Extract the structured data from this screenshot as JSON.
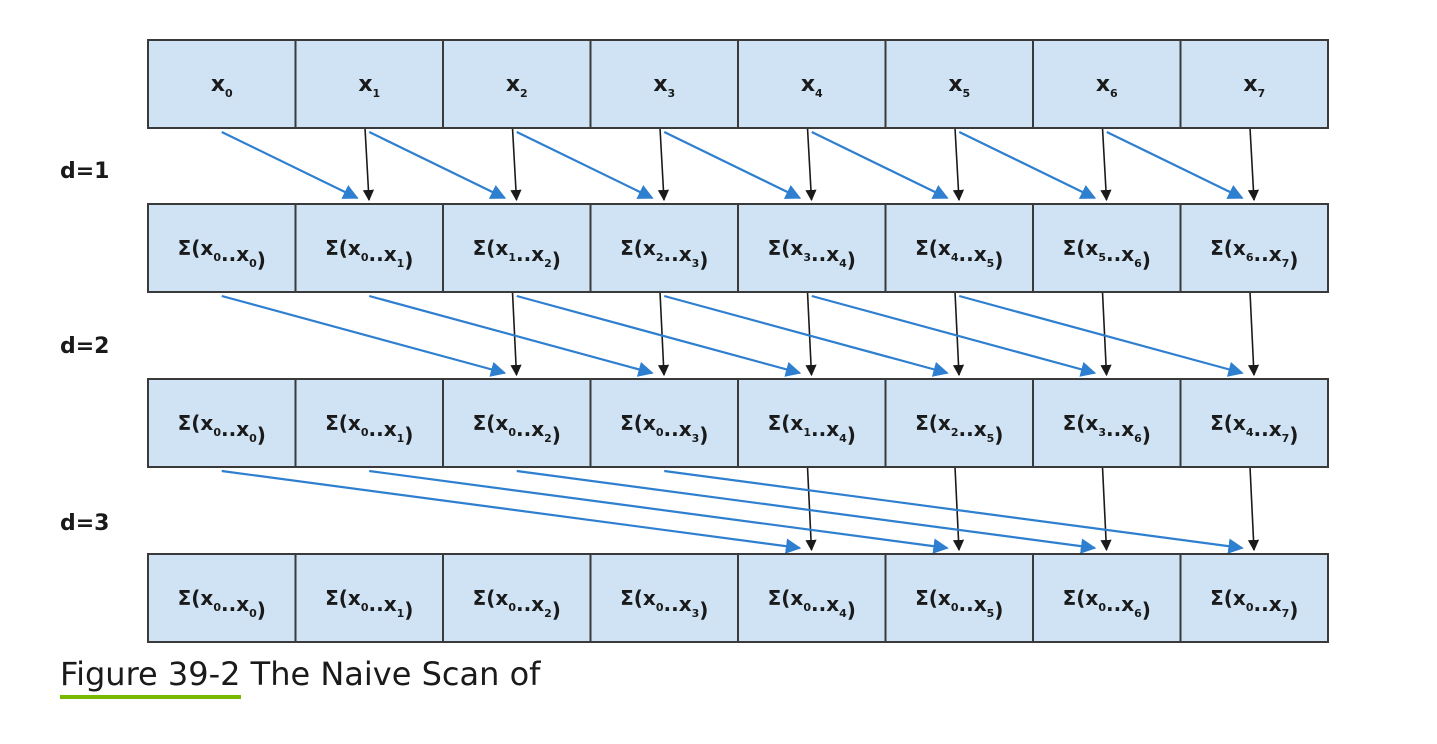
{
  "diagram": {
    "levels": [
      {
        "label": "",
        "cells": [
          {
            "text": "x",
            "subs": [
              "0"
            ]
          },
          {
            "text": "x",
            "subs": [
              "1"
            ]
          },
          {
            "text": "x",
            "subs": [
              "2"
            ]
          },
          {
            "text": "x",
            "subs": [
              "3"
            ]
          },
          {
            "text": "x",
            "subs": [
              "4"
            ]
          },
          {
            "text": "x",
            "subs": [
              "5"
            ]
          },
          {
            "text": "x",
            "subs": [
              "6"
            ]
          },
          {
            "text": "x",
            "subs": [
              "7"
            ]
          }
        ]
      },
      {
        "label": "d=1",
        "cells": [
          {
            "text": "Σ(x..x)",
            "subs": [
              "0",
              "0"
            ]
          },
          {
            "text": "Σ(x..x)",
            "subs": [
              "0",
              "1"
            ]
          },
          {
            "text": "Σ(x..x)",
            "subs": [
              "1",
              "2"
            ]
          },
          {
            "text": "Σ(x..x)",
            "subs": [
              "2",
              "3"
            ]
          },
          {
            "text": "Σ(x..x)",
            "subs": [
              "3",
              "4"
            ]
          },
          {
            "text": "Σ(x..x)",
            "subs": [
              "4",
              "5"
            ]
          },
          {
            "text": "Σ(x..x)",
            "subs": [
              "5",
              "6"
            ]
          },
          {
            "text": "Σ(x..x)",
            "subs": [
              "6",
              "7"
            ]
          }
        ]
      },
      {
        "label": "d=2",
        "cells": [
          {
            "text": "Σ(x..x)",
            "subs": [
              "0",
              "0"
            ]
          },
          {
            "text": "Σ(x..x)",
            "subs": [
              "0",
              "1"
            ]
          },
          {
            "text": "Σ(x..x)",
            "subs": [
              "0",
              "2"
            ]
          },
          {
            "text": "Σ(x..x)",
            "subs": [
              "0",
              "3"
            ]
          },
          {
            "text": "Σ(x..x)",
            "subs": [
              "1",
              "4"
            ]
          },
          {
            "text": "Σ(x..x)",
            "subs": [
              "2",
              "5"
            ]
          },
          {
            "text": "Σ(x..x)",
            "subs": [
              "3",
              "6"
            ]
          },
          {
            "text": "Σ(x..x)",
            "subs": [
              "4",
              "7"
            ]
          }
        ]
      },
      {
        "label": "d=3",
        "cells": [
          {
            "text": "Σ(x..x)",
            "subs": [
              "0",
              "0"
            ]
          },
          {
            "text": "Σ(x..x)",
            "subs": [
              "0",
              "1"
            ]
          },
          {
            "text": "Σ(x..x)",
            "subs": [
              "0",
              "2"
            ]
          },
          {
            "text": "Σ(x..x)",
            "subs": [
              "0",
              "3"
            ]
          },
          {
            "text": "Σ(x..x)",
            "subs": [
              "0",
              "4"
            ]
          },
          {
            "text": "Σ(x..x)",
            "subs": [
              "0",
              "5"
            ]
          },
          {
            "text": "Σ(x..x)",
            "subs": [
              "0",
              "6"
            ]
          },
          {
            "text": "Σ(x..x)",
            "subs": [
              "0",
              "7"
            ]
          }
        ]
      }
    ],
    "offsets": [
      1,
      2,
      4
    ],
    "colors": {
      "cell_fill": "#cfe3f5",
      "blue_arrow": "#2f7fd0",
      "black_arrow": "#1a1a1a",
      "caption_underline": "#76b900"
    }
  },
  "caption": {
    "figure_ref": "Figure 39-2",
    "title": " The Naive Scan of"
  }
}
